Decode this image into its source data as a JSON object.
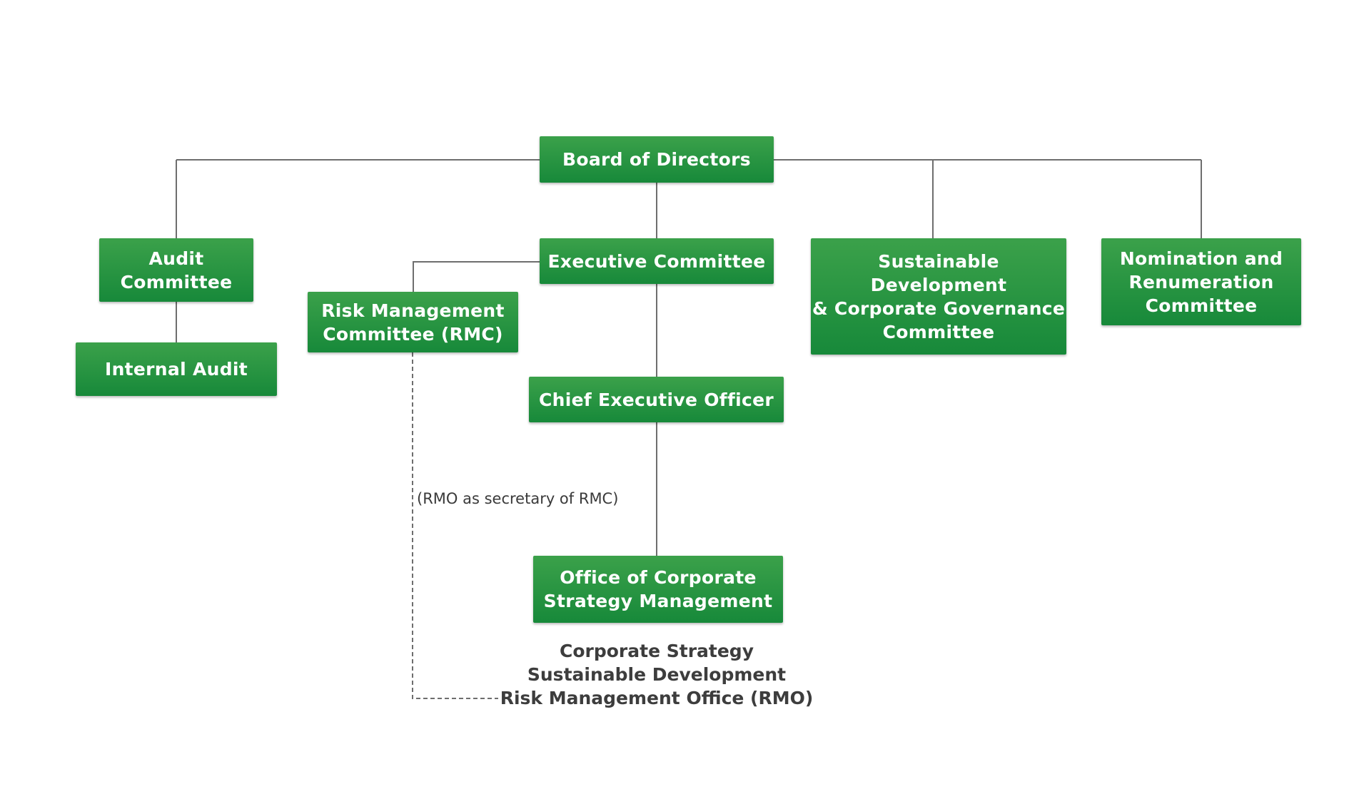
{
  "colors": {
    "box_top": "#3ba14a",
    "box_bottom": "#17893a",
    "line": "#6e6e6e",
    "text_dark": "#3d3d3d"
  },
  "nodes": {
    "board": {
      "lines": [
        "Board of Directors"
      ]
    },
    "audit_committee": {
      "lines": [
        "Audit",
        "Committee"
      ]
    },
    "internal_audit": {
      "lines": [
        "Internal Audit"
      ]
    },
    "executive_committee": {
      "lines": [
        "Executive Committee"
      ]
    },
    "risk_committee": {
      "lines": [
        "Risk Management",
        "Committee (RMC)"
      ]
    },
    "sustainable_committee": {
      "lines": [
        "Sustainable",
        "Development",
        "& Corporate Governance",
        "Committee"
      ]
    },
    "nomination_committee": {
      "lines": [
        "Nomination and",
        "Renumeration",
        "Committee"
      ]
    },
    "ceo": {
      "lines": [
        "Chief Executive Officer"
      ]
    },
    "office_strategy": {
      "lines": [
        "Office of Corporate",
        "Strategy Management"
      ]
    }
  },
  "office_functions": [
    "Corporate Strategy",
    "Sustainable Development",
    "Risk Management Office (RMO)"
  ],
  "rmo_note": "(RMO as secretary of RMC)"
}
